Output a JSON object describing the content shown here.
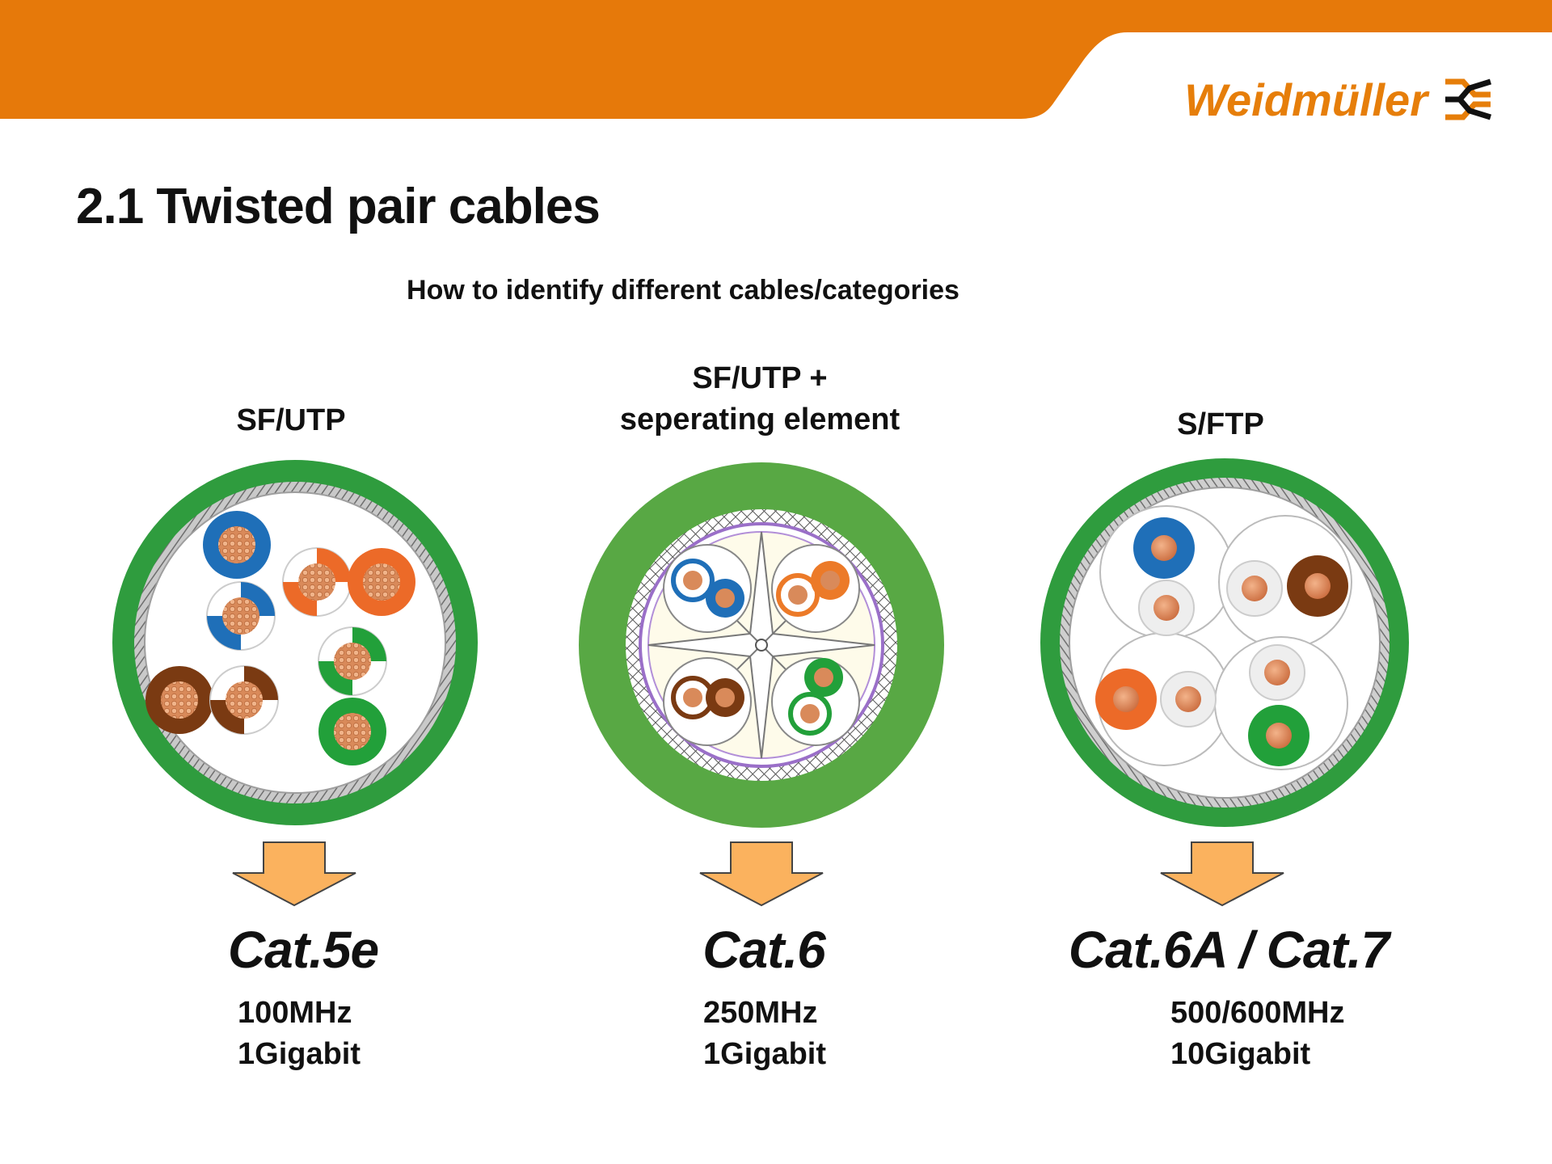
{
  "brand": {
    "name": "Weidmüller",
    "color": "#e67e0a",
    "banner_color": "#e6790a",
    "icon": "weidmuller-logo-icon"
  },
  "page": {
    "title": "2.1 Twisted pair cables",
    "subtitle": "How to identify different cables/categories"
  },
  "columns": [
    {
      "label_lines": [
        "SF/UTP"
      ],
      "category": "Cat.5e",
      "spec_lines": [
        "100MHz",
        "1Gigabit"
      ],
      "icon": "sf-utp-cable-cross-section-icon"
    },
    {
      "label_lines": [
        "SF/UTP +",
        "seperating element"
      ],
      "category": "Cat.6",
      "spec_lines": [
        "250MHz",
        "1Gigabit"
      ],
      "icon": "sf-utp-separator-cable-cross-section-icon"
    },
    {
      "label_lines": [
        "S/FTP"
      ],
      "category": "Cat.6A / Cat.7",
      "spec_lines": [
        "500/600MHz",
        "10Gigabit"
      ],
      "icon": "s-ftp-cable-cross-section-icon"
    }
  ],
  "colors": {
    "jacket_green": "#2f9c3e",
    "jacket_green_light": "#58a844",
    "arrow": "#fbb25e",
    "pair_blue": "#1f6fb8",
    "pair_orange": "#ec6a28",
    "pair_green": "#22a03a",
    "pair_brown": "#7a3a12",
    "copper": "#d98a5a"
  }
}
